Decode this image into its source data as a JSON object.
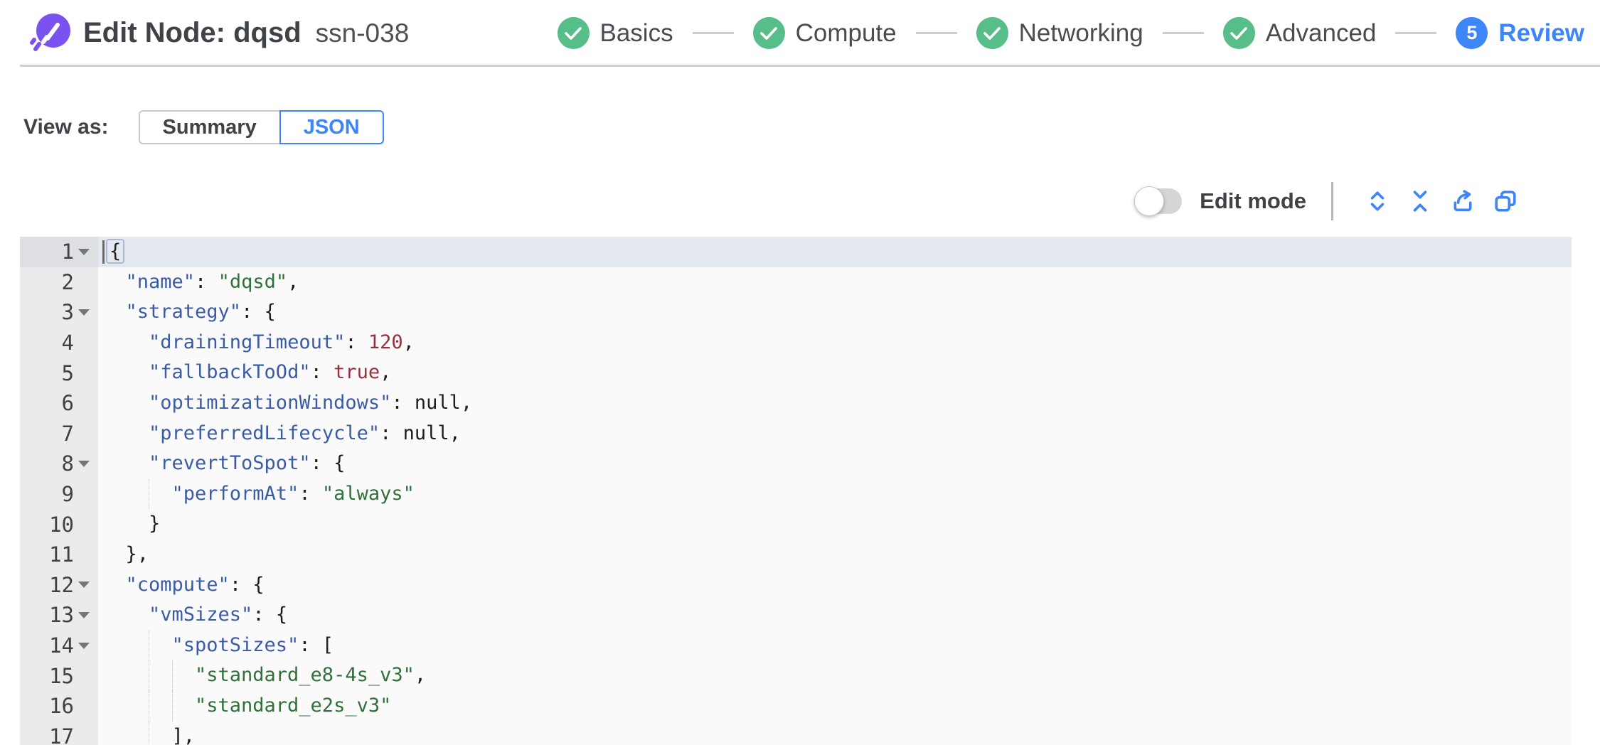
{
  "header": {
    "title": "Edit Node: dqsd",
    "subtitle": "ssn-038",
    "steps": [
      {
        "label": "Basics",
        "state": "done"
      },
      {
        "label": "Compute",
        "state": "done"
      },
      {
        "label": "Networking",
        "state": "done"
      },
      {
        "label": "Advanced",
        "state": "done"
      },
      {
        "label": "Review",
        "state": "current",
        "number": "5"
      }
    ]
  },
  "view_as": {
    "label": "View as:",
    "options": [
      {
        "label": "Summary",
        "selected": false
      },
      {
        "label": "JSON",
        "selected": true
      }
    ]
  },
  "toolbar": {
    "edit_mode_label": "Edit mode",
    "edit_mode_on": false,
    "icons": [
      "expand-all-icon",
      "collapse-all-icon",
      "export-icon",
      "copy-icon"
    ]
  },
  "colors": {
    "accent_blue": "#3c86f7",
    "step_done_green": "#57be8a",
    "logo_purple": "#7a52f0",
    "key_blue": "#3a5ba6",
    "string_green": "#31703a",
    "number_maroon": "#9a3040",
    "active_line": "#e4e8f1",
    "editor_bg": "#fafafa",
    "gutter_bg": "#ebebeb"
  },
  "editor": {
    "lines": [
      {
        "num": 1,
        "indent": 0,
        "fold": true,
        "active": true,
        "tokens": [
          [
            "cur",
            ""
          ],
          [
            "bx",
            "{"
          ]
        ]
      },
      {
        "num": 2,
        "indent": 1,
        "fold": false,
        "active": false,
        "tokens": [
          [
            "k",
            "\"name\""
          ],
          [
            "p",
            ": "
          ],
          [
            "s",
            "\"dqsd\""
          ],
          [
            "p",
            ","
          ]
        ]
      },
      {
        "num": 3,
        "indent": 1,
        "fold": true,
        "active": false,
        "tokens": [
          [
            "k",
            "\"strategy\""
          ],
          [
            "p",
            ": {"
          ]
        ]
      },
      {
        "num": 4,
        "indent": 2,
        "fold": false,
        "active": false,
        "tokens": [
          [
            "k",
            "\"drainingTimeout\""
          ],
          [
            "p",
            ": "
          ],
          [
            "n",
            "120"
          ],
          [
            "p",
            ","
          ]
        ]
      },
      {
        "num": 5,
        "indent": 2,
        "fold": false,
        "active": false,
        "tokens": [
          [
            "k",
            "\"fallbackToOd\""
          ],
          [
            "p",
            ": "
          ],
          [
            "n",
            "true"
          ],
          [
            "p",
            ","
          ]
        ]
      },
      {
        "num": 6,
        "indent": 2,
        "fold": false,
        "active": false,
        "tokens": [
          [
            "k",
            "\"optimizationWindows\""
          ],
          [
            "p",
            ": "
          ],
          [
            "p",
            "null"
          ],
          [
            "p",
            ","
          ]
        ]
      },
      {
        "num": 7,
        "indent": 2,
        "fold": false,
        "active": false,
        "tokens": [
          [
            "k",
            "\"preferredLifecycle\""
          ],
          [
            "p",
            ": "
          ],
          [
            "p",
            "null"
          ],
          [
            "p",
            ","
          ]
        ]
      },
      {
        "num": 8,
        "indent": 2,
        "fold": true,
        "active": false,
        "tokens": [
          [
            "k",
            "\"revertToSpot\""
          ],
          [
            "p",
            ": {"
          ]
        ]
      },
      {
        "num": 9,
        "indent": 3,
        "fold": false,
        "active": false,
        "tokens": [
          [
            "k",
            "\"performAt\""
          ],
          [
            "p",
            ": "
          ],
          [
            "s",
            "\"always\""
          ]
        ]
      },
      {
        "num": 10,
        "indent": 2,
        "fold": false,
        "active": false,
        "tokens": [
          [
            "p",
            "}"
          ]
        ]
      },
      {
        "num": 11,
        "indent": 1,
        "fold": false,
        "active": false,
        "tokens": [
          [
            "p",
            "},"
          ]
        ]
      },
      {
        "num": 12,
        "indent": 1,
        "fold": true,
        "active": false,
        "tokens": [
          [
            "k",
            "\"compute\""
          ],
          [
            "p",
            ": {"
          ]
        ]
      },
      {
        "num": 13,
        "indent": 2,
        "fold": true,
        "active": false,
        "tokens": [
          [
            "k",
            "\"vmSizes\""
          ],
          [
            "p",
            ": {"
          ]
        ]
      },
      {
        "num": 14,
        "indent": 3,
        "fold": true,
        "active": false,
        "tokens": [
          [
            "k",
            "\"spotSizes\""
          ],
          [
            "p",
            ": ["
          ]
        ]
      },
      {
        "num": 15,
        "indent": 4,
        "fold": false,
        "active": false,
        "tokens": [
          [
            "s",
            "\"standard_e8-4s_v3\""
          ],
          [
            "p",
            ","
          ]
        ]
      },
      {
        "num": 16,
        "indent": 4,
        "fold": false,
        "active": false,
        "tokens": [
          [
            "s",
            "\"standard_e2s_v3\""
          ]
        ]
      },
      {
        "num": 17,
        "indent": 3,
        "fold": false,
        "active": false,
        "tokens": [
          [
            "p",
            "],"
          ]
        ]
      }
    ]
  }
}
